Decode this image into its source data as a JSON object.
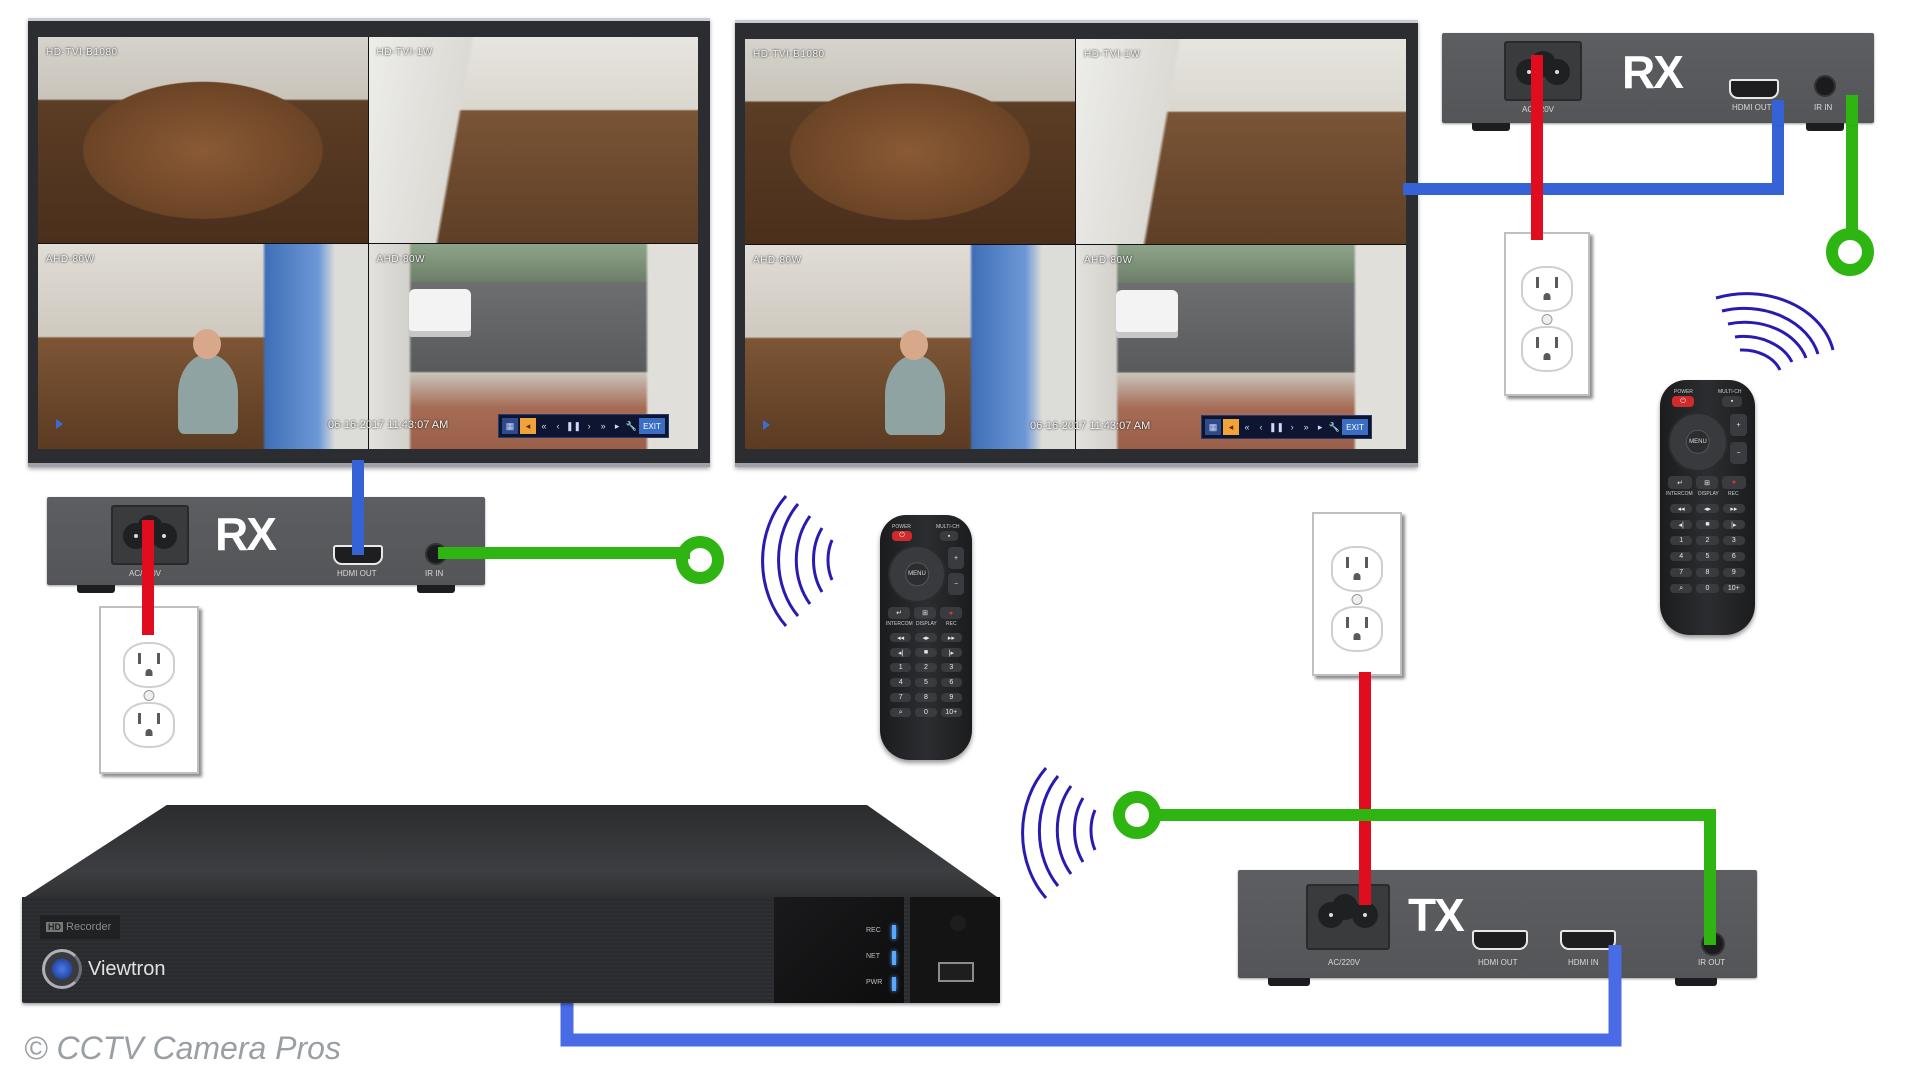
{
  "colors": {
    "power_cable": "#e00d1f",
    "hdmi_cable_monitor": "#3563d6",
    "hdmi_cable_nvr": "#4a6be6",
    "ir_cable": "#2fb511",
    "ir_waves": "#2a1bb0"
  },
  "monitors": [
    {
      "cameras": [
        {
          "label": "HD-TVI-B1080"
        },
        {
          "label": "HD-TVI-1W"
        },
        {
          "label": "AHD-80W"
        },
        {
          "label": "AHD-80W"
        }
      ],
      "timestamp": "06-16-2017  11:43:07 AM",
      "playback_controls": {
        "exit_label": "EXIT"
      }
    },
    {
      "cameras": [
        {
          "label": "HD-TVI-B1080"
        },
        {
          "label": "HD-TVI-1W"
        },
        {
          "label": "AHD-80W"
        },
        {
          "label": "AHD-80W"
        }
      ],
      "timestamp": "06-16-2017  11:43:07 AM",
      "playback_controls": {
        "exit_label": "EXIT"
      }
    }
  ],
  "rx_left": {
    "title": "RX",
    "ports": {
      "power": "AC/220V",
      "hdmi": "HDMI OUT",
      "ir": "IR IN"
    }
  },
  "rx_right": {
    "title": "RX",
    "ports": {
      "power": "AC/220V",
      "hdmi": "HDMI OUT",
      "ir": "IR IN"
    }
  },
  "tx": {
    "title": "TX",
    "ports": {
      "power": "AC/220V",
      "hdmi_out": "HDMI OUT",
      "hdmi_in": "HDMI IN",
      "ir": "IR OUT"
    }
  },
  "remote": {
    "power": "POWER",
    "multi": "MULTI-CH",
    "menu": "MENU",
    "row_labels": [
      "INTERCOM",
      "DISPLAY",
      "REC"
    ],
    "keys": [
      "1",
      "2",
      "3",
      "4",
      "5",
      "6",
      "7",
      "8",
      "9",
      "0",
      "10+"
    ]
  },
  "nvr": {
    "badge_hd": "HD",
    "badge_text": "Recorder",
    "brand": "Viewtron",
    "leds": [
      "REC",
      "NET",
      "PWR"
    ]
  },
  "copyright": "© CCTV Camera Pros"
}
